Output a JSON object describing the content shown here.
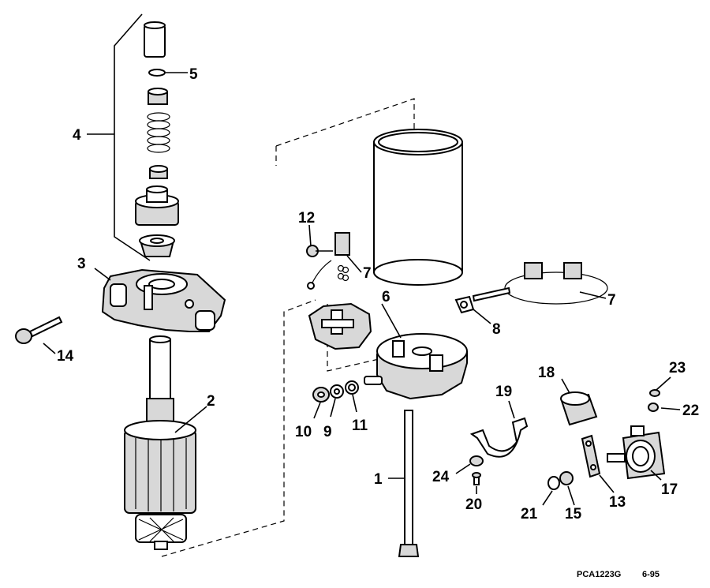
{
  "callouts": [
    {
      "id": "c1",
      "text": "1"
    },
    {
      "id": "c2",
      "text": "2"
    },
    {
      "id": "c3",
      "text": "3"
    },
    {
      "id": "c4",
      "text": "4"
    },
    {
      "id": "c5",
      "text": "5"
    },
    {
      "id": "c6",
      "text": "6"
    },
    {
      "id": "c7a",
      "text": "7"
    },
    {
      "id": "c7b",
      "text": "7"
    },
    {
      "id": "c8",
      "text": "8"
    },
    {
      "id": "c9",
      "text": "9"
    },
    {
      "id": "c10",
      "text": "10"
    },
    {
      "id": "c11",
      "text": "11"
    },
    {
      "id": "c12",
      "text": "12"
    },
    {
      "id": "c13",
      "text": "13"
    },
    {
      "id": "c14",
      "text": "14"
    },
    {
      "id": "c15",
      "text": "15"
    },
    {
      "id": "c17",
      "text": "17"
    },
    {
      "id": "c18",
      "text": "18"
    },
    {
      "id": "c19",
      "text": "19"
    },
    {
      "id": "c20",
      "text": "20"
    },
    {
      "id": "c21",
      "text": "21"
    },
    {
      "id": "c22",
      "text": "22"
    },
    {
      "id": "c23",
      "text": "23"
    },
    {
      "id": "c24",
      "text": "24"
    }
  ],
  "footer": {
    "code": "PCA1223G",
    "date": "6-95"
  }
}
